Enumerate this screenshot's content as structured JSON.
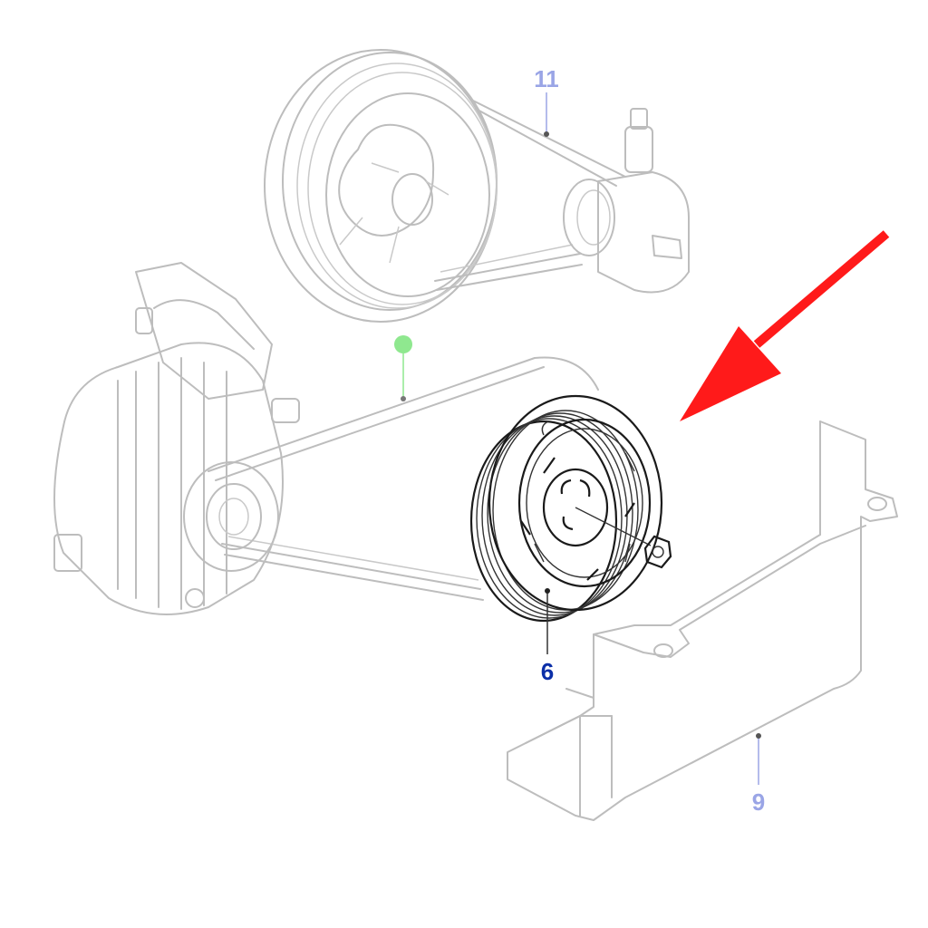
{
  "callouts": {
    "power_steering_belt": {
      "number": "11",
      "color": "#9aa5e6"
    },
    "crankshaft_pulley": {
      "number": "6",
      "color": "#0b2fa8"
    },
    "lower_shield": {
      "number": "9",
      "color": "#9aa5e6"
    }
  },
  "marker": {
    "color": "#8fe88f"
  },
  "arrow": {
    "color": "#ff1a1a"
  },
  "colors": {
    "ghost_outline": "#bdbdbd",
    "focus_outline": "#1a1a1a"
  }
}
